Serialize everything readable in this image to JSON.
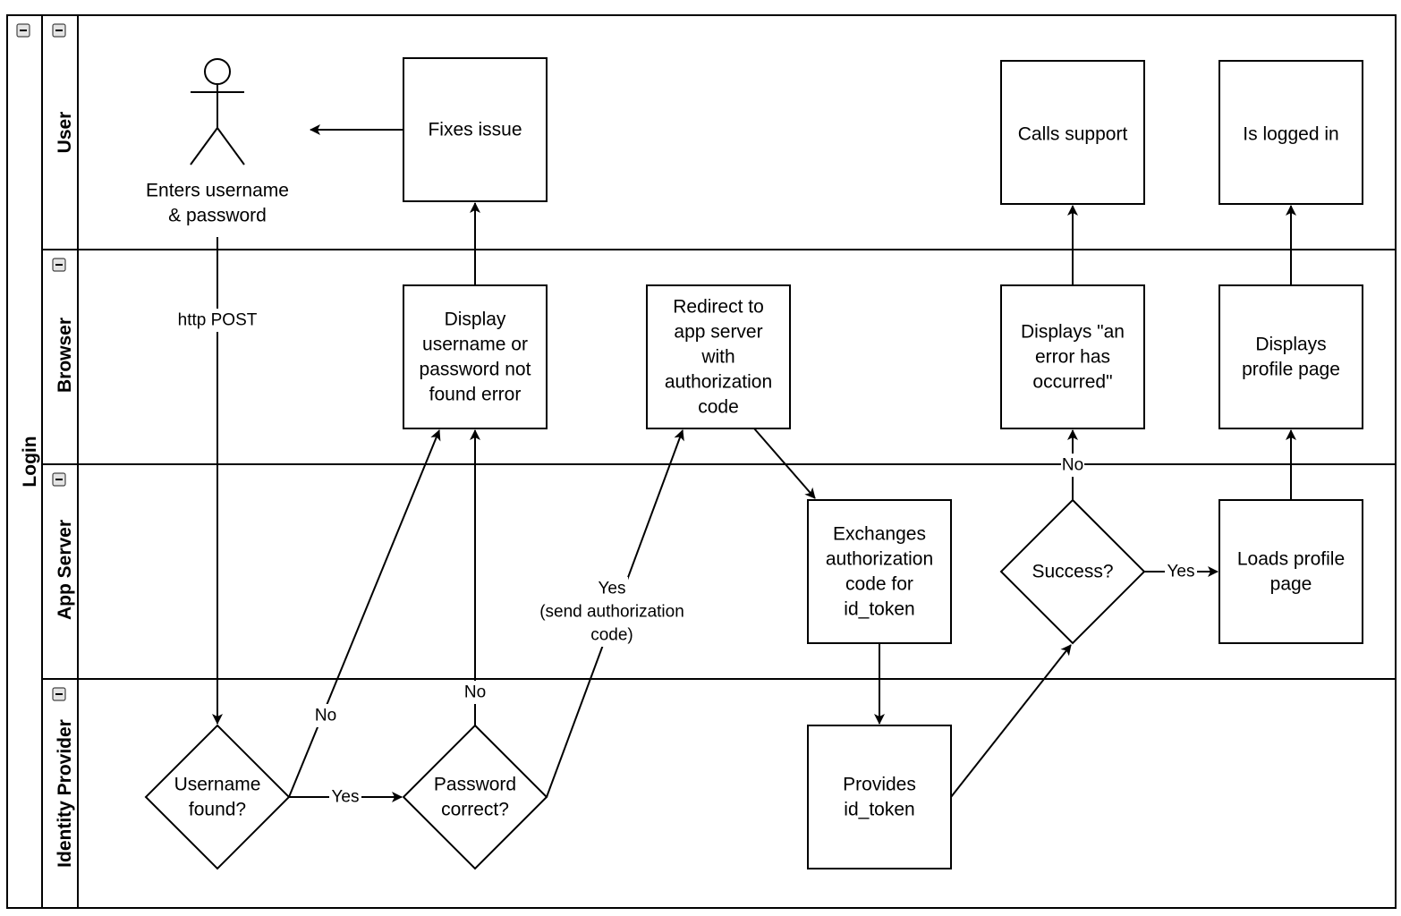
{
  "pool": {
    "title": "Login"
  },
  "lanes": [
    {
      "id": "user",
      "title": "User"
    },
    {
      "id": "browser",
      "title": "Browser"
    },
    {
      "id": "app",
      "title": "App Server"
    },
    {
      "id": "idp",
      "title": "Identity Provider"
    }
  ],
  "nodes": {
    "actor": {
      "lines": [
        "Enters username",
        "& password"
      ]
    },
    "fixes": {
      "lines": [
        "Fixes issue"
      ]
    },
    "calls": {
      "lines": [
        "Calls support"
      ]
    },
    "logged": {
      "lines": [
        "Is logged in"
      ]
    },
    "display_err": {
      "lines": [
        "Display",
        "username or",
        "password not",
        "found error"
      ]
    },
    "redirect": {
      "lines": [
        "Redirect to",
        "app server",
        "with",
        "authorization",
        "code"
      ]
    },
    "displays_err": {
      "lines": [
        "Displays \"an",
        "error has",
        "occurred\""
      ]
    },
    "displays_profile": {
      "lines": [
        "Displays",
        "profile page"
      ]
    },
    "exchanges": {
      "lines": [
        "Exchanges",
        "authorization",
        "code for",
        "id_token"
      ]
    },
    "success": {
      "lines": [
        "Success?"
      ]
    },
    "loads": {
      "lines": [
        "Loads profile",
        "page"
      ]
    },
    "username_found": {
      "lines": [
        "Username",
        "found?"
      ]
    },
    "password_correct": {
      "lines": [
        "Password",
        "correct?"
      ]
    },
    "provides": {
      "lines": [
        "Provides",
        "id_token"
      ]
    }
  },
  "edge_labels": {
    "http_post": [
      "http POST"
    ],
    "no_username": [
      "No"
    ],
    "no_password": [
      "No"
    ],
    "yes_username": [
      "Yes"
    ],
    "yes_password": [
      "Yes",
      "(send authorization",
      "code)"
    ],
    "no_success": [
      "No"
    ],
    "yes_success": [
      "Yes"
    ]
  }
}
